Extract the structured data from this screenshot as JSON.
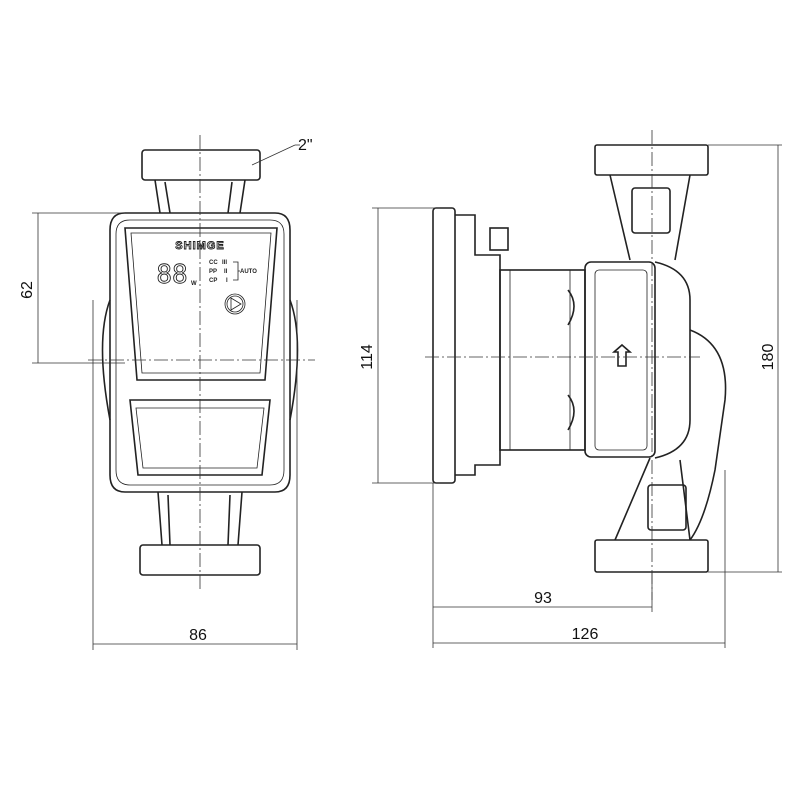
{
  "dimensions": {
    "pipe_thread": "2\"",
    "display_height": "62",
    "width": "86",
    "body_height": "114",
    "motor_depth": "93",
    "total_depth": "126",
    "port_to_port": "180"
  },
  "front_panel": {
    "brand": "SHIMGE",
    "digits": "88",
    "unit": "W",
    "modes": [
      "CC",
      "PP",
      "CP"
    ],
    "levels": [
      "III",
      "II",
      "I"
    ],
    "auto_label": "AUTO"
  }
}
